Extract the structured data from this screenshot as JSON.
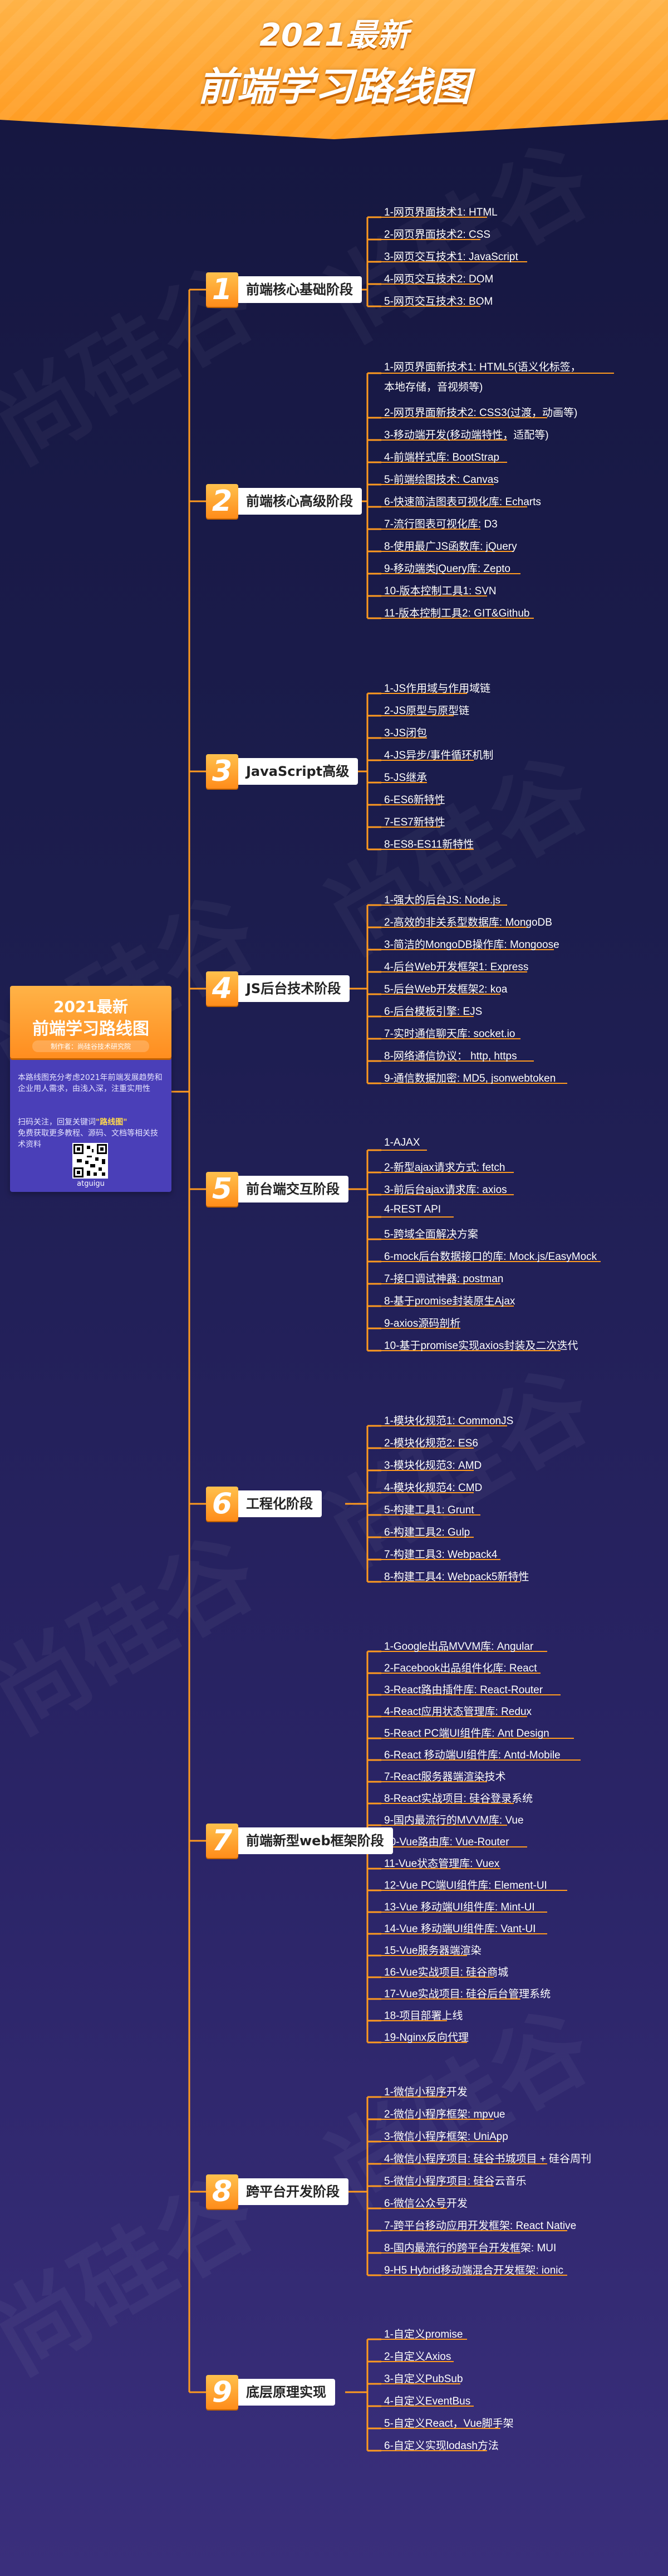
{
  "header": {
    "line1": "2021最新",
    "line2": "前端学习路线图"
  },
  "watermark": "尚硅谷",
  "side_card": {
    "title1": "2021最新",
    "title2": "前端学习路线图",
    "author": "制作者：尚硅谷技术研究院",
    "desc": "本路线图充分考虑2021年前端发展趋势和企业用人需求，由浅入深，注重实用性",
    "follow_prefix": "扫码关注，回复关键词",
    "keyword": "\"路线图\"",
    "follow_suffix": "免费获取更多教程、源码、文档等相关技术资料",
    "qr_label": "atguigu"
  },
  "stages": [
    {
      "num": "1",
      "label": "前端核心基础阶段",
      "items": [
        "1-网页界面技术1: HTML",
        "2-网页界面技术2: CSS",
        "3-网页交互技术1: JavaScript",
        "4-网页交互技术2: DOM",
        "5-网页交互技术3: BOM"
      ]
    },
    {
      "num": "2",
      "label": "前端核心高级阶段",
      "items": [
        "1-网页界面新技术1: HTML5(语义化标签，本地存储，音视频等)",
        "2-网页界面新技术2: CSS3(过渡，动画等)",
        "3-移动端开发(移动端特性，适配等)",
        "4-前端样式库: BootStrap",
        "5-前端绘图技术: Canvas",
        "6-快速简洁图表可视化库: Echarts",
        "7-流行图表可视化库: D3",
        "8-使用最广JS函数库: jQuery",
        "9-移动端类jQuery库: Zepto",
        "10-版本控制工具1: SVN",
        "11-版本控制工具2: GIT&Github"
      ]
    },
    {
      "num": "3",
      "label": "JavaScript高级",
      "items": [
        "1-JS作用域与作用域链",
        "2-JS原型与原型链",
        "3-JS闭包",
        "4-JS异步/事件循环机制",
        "5-JS继承",
        "6-ES6新特性",
        "7-ES7新特性",
        "8-ES8-ES11新特性"
      ]
    },
    {
      "num": "4",
      "label": "JS后台技术阶段",
      "items": [
        "1-强大的后台JS: Node.js",
        "2-高效的非关系型数据库: MongoDB",
        "3-简洁的MongoDB操作库: Mongoose",
        "4-后台Web开发框架1: Express",
        "5-后台Web开发框架2: koa",
        "6-后台模板引擎: EJS",
        "7-实时通信聊天库: socket.io",
        "8-网络通信协议：  http, https",
        "9-通信数据加密: MD5, jsonwebtoken"
      ]
    },
    {
      "num": "5",
      "label": "前台端交互阶段",
      "items": [
        "1-AJAX",
        "2-新型ajax请求方式: fetch",
        "3-前后台ajax请求库: axios",
        "4-REST API",
        "5-跨域全面解决方案",
        "6-mock后台数据接口的库: Mock.js/EasyMock",
        "7-接口调试神器: postman",
        "8-基于promise封装原生Ajax",
        "9-axios源码剖析",
        "10-基于promise实现axios封装及二次迭代"
      ]
    },
    {
      "num": "6",
      "label": "工程化阶段",
      "items": [
        "1-模块化规范1: CommonJS",
        "2-模块化规范2: ES6",
        "3-模块化规范3: AMD",
        "4-模块化规范4: CMD",
        "5-构建工具1: Grunt",
        "6-构建工具2: Gulp",
        "7-构建工具3: Webpack4",
        "8-构建工具4: Webpack5新特性"
      ]
    },
    {
      "num": "7",
      "label": "前端新型web框架阶段",
      "items": [
        "1-Google出品MVVM库: Angular",
        "2-Facebook出品组件化库: React",
        "3-React路由插件库: React-Router",
        "4-React应用状态管理库: Redux",
        "5-React PC端UI组件库: Ant Design",
        "6-React 移动端UI组件库: Antd-Mobile",
        "7-React服务器端渲染技术",
        "8-React实战项目: 硅谷登录系统",
        "9-国内最流行的MVVM库: Vue",
        "10-Vue路由库: Vue-Router",
        "11-Vue状态管理库: Vuex",
        "12-Vue PC端UI组件库: Element-UI",
        "13-Vue 移动端UI组件库: Mint-UI",
        "14-Vue 移动端UI组件库: Vant-UI",
        "15-Vue服务器端渲染",
        "16-Vue实战项目: 硅谷商城",
        "17-Vue实战项目: 硅谷后台管理系统",
        "18-项目部署上线",
        "19-Nginx反向代理"
      ]
    },
    {
      "num": "8",
      "label": "跨平台开发阶段",
      "items": [
        "1-微信小程序开发",
        "2-微信小程序框架: mpvue",
        "3-微信小程序框架: UniApp",
        "4-微信小程序项目: 硅谷书城项目 + 硅谷周刊",
        "5-微信小程序项目: 硅谷云音乐",
        "6-微信公众号开发",
        "7-跨平台移动应用开发框架: React Native",
        "8-国内最流行的跨平台开发框架: MUI",
        "9-H5 Hybrid移动端混合开发框架: ionic"
      ]
    },
    {
      "num": "9",
      "label": "底层原理实现",
      "items": [
        "1-自定义promise",
        "2-自定义Axios",
        "3-自定义PubSub",
        "4-自定义EventBus",
        "5-自定义React，Vue脚手架",
        "6-自定义实现lodash方法"
      ]
    }
  ]
}
